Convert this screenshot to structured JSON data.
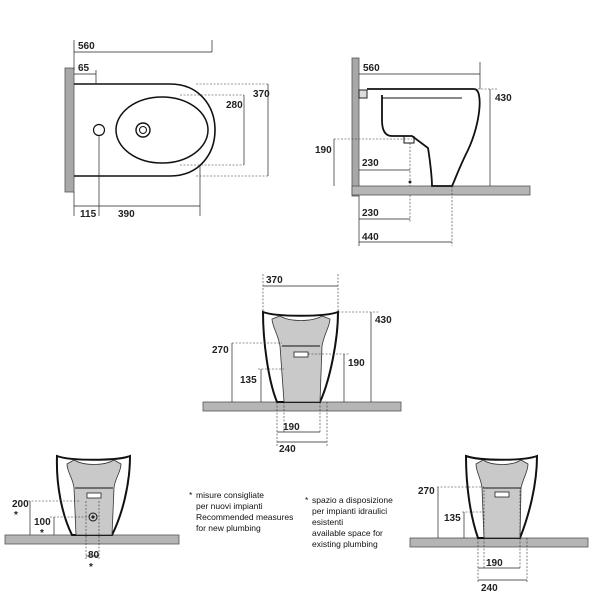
{
  "top_view": {
    "width_total": "560",
    "offset_left": "65",
    "depth_inner": "280",
    "depth_total": "370",
    "hole_offset": "115",
    "hole_distance": "390"
  },
  "side_view": {
    "length": "560",
    "height": "430",
    "drain_height": "190",
    "drain_depth": "230",
    "base_to_drain": "230",
    "base_length": "440"
  },
  "front_view": {
    "width": "370",
    "height": "430",
    "left_height": "270",
    "drain_height": "190",
    "low_height": "135",
    "base_inner": "190",
    "base_outer": "240"
  },
  "new_plumbing_view": {
    "height_200": "200",
    "height_100": "100",
    "spacing_80": "80"
  },
  "existing_plumbing_view": {
    "height_270": "270",
    "height_135": "135",
    "base_inner": "190",
    "base_outer": "240"
  },
  "legend": {
    "symbol": "*",
    "new_plumbing": [
      "misure consigliate",
      "per nuovi impianti",
      "Recommended measures",
      "for new plumbing"
    ],
    "existing_plumbing": [
      "spazio a disposizione",
      "per impianti idraulici",
      "esistenti",
      "available space for",
      "existing plumbing"
    ]
  }
}
